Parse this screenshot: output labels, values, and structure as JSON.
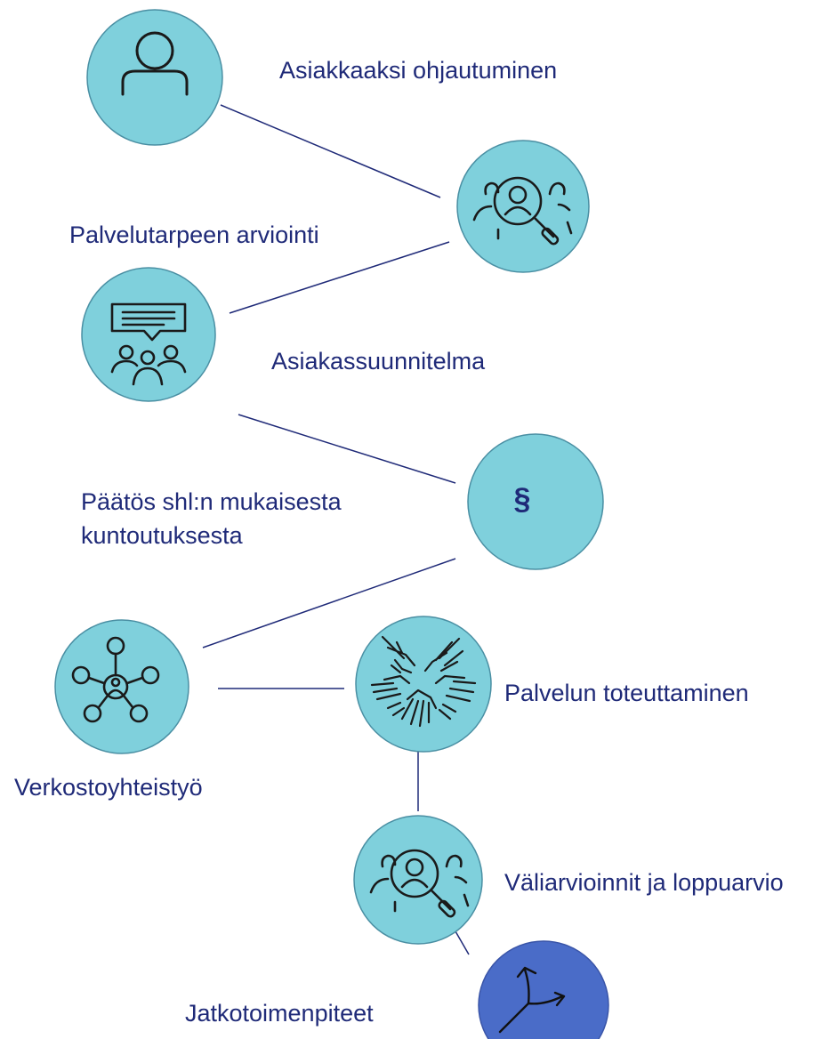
{
  "colors": {
    "node_fill": "#7fd0dc",
    "node_stroke": "#4a8fa3",
    "final_node_fill": "#4a6cc8",
    "connector": "#1f2a78",
    "label_text": "#1f2a78",
    "icon_stroke": "#1a1a1a",
    "final_icon_stroke": "#111111"
  },
  "steps": [
    {
      "label": "Asiakkaaksi ohjautuminen",
      "icon": "person-icon"
    },
    {
      "label": "Palvelutarpeen arviointi",
      "icon": "assessment-search-icon"
    },
    {
      "label": "Asiakassuunnitelma",
      "icon": "meeting-speech-icon"
    },
    {
      "label_lines": [
        "Päätös shl:n mukaisesta",
        "kuntoutuksesta"
      ],
      "icon": "section-symbol-icon",
      "symbol": "§"
    },
    {
      "label": "Verkostoyhteistyö",
      "icon": "network-icon"
    },
    {
      "label": "Palvelun toteuttaminen",
      "icon": "joined-hands-icon"
    },
    {
      "label": "Väliarvioinnit ja loppuarvio",
      "icon": "assessment-search-icon"
    },
    {
      "label": "Jatkotoimenpiteet",
      "icon": "split-arrows-icon"
    }
  ]
}
